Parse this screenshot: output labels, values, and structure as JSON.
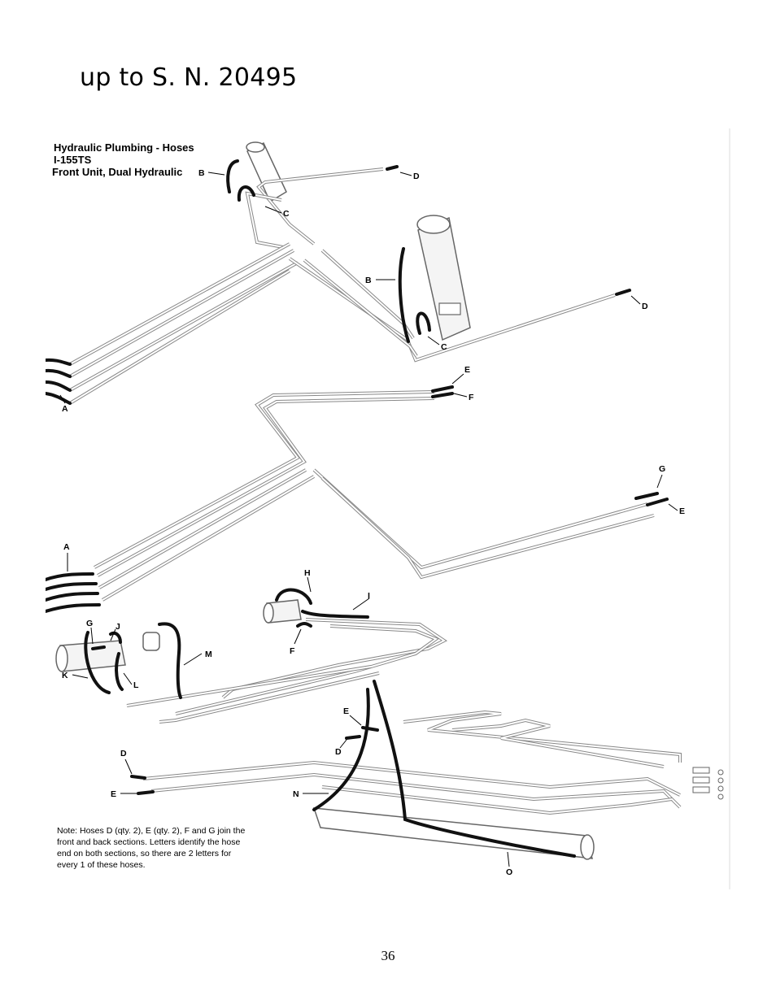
{
  "heading": "up to S. N. 20495",
  "diagram": {
    "title_lines": [
      "Hydraulic Plumbing - Hoses",
      "I-155TS",
      "Front Unit, Dual Hydraulic"
    ],
    "labels": {
      "B1": "B",
      "C1": "C",
      "D1": "D",
      "B2": "B",
      "C2": "C",
      "D2": "D",
      "A1": "A",
      "E1": "E",
      "F1": "F",
      "G1": "G",
      "E2": "E",
      "A2": "A",
      "H": "H",
      "I": "I",
      "G2": "G",
      "J": "J",
      "F2": "F",
      "M": "M",
      "K": "K",
      "L": "L",
      "E3": "E",
      "D3": "D",
      "D4": "D",
      "E4": "E",
      "N": "N",
      "O": "O"
    },
    "note_lines": [
      "Note: Hoses D (qty.  2), E (qty. 2), F and G join the",
      "front and back sections. Letters identify the hose",
      "end on both sections, so there are 2 letters for",
      "every 1 of these hoses."
    ]
  },
  "page_number": "36"
}
